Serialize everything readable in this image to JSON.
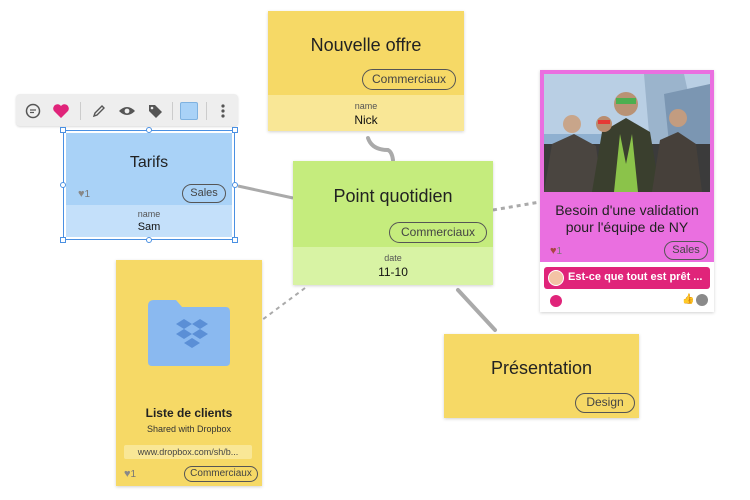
{
  "toolbar": {
    "color_swatch": "#a9d2f7"
  },
  "cards": {
    "nouvelle_offre": {
      "title": "Nouvelle offre",
      "tag": "Commerciaux",
      "field_label": "name",
      "field_value": "Nick"
    },
    "tarifs": {
      "title": "Tarifs",
      "likes": "1",
      "tag": "Sales",
      "field_label": "name",
      "field_value": "Sam"
    },
    "point_quotidien": {
      "title": "Point quotidien",
      "tag": "Commerciaux",
      "field_label": "date",
      "field_value": "11-10"
    },
    "besoin": {
      "title": "Besoin d'une validation pour l'équipe de NY",
      "likes": "1",
      "tag": "Sales",
      "comment": "Est-ce que tout est prêt ..."
    },
    "presentation": {
      "title": "Présentation",
      "tag": "Design"
    },
    "liste_clients": {
      "title": "Liste de clients",
      "subtitle": "Shared with Dropbox",
      "link": "www.dropbox.com/sh/b...",
      "likes": "1",
      "tag": "Commerciaux"
    }
  },
  "colors": {
    "yellow": "#f6d966",
    "yellow_footer": "#f9e796",
    "green": "#c5ec7d",
    "green_footer": "#d8f3a4",
    "blue": "#a9d2f7",
    "blue_footer": "#c4e0fa",
    "pink": "#ea6fe0",
    "selection": "#4a90e2"
  }
}
